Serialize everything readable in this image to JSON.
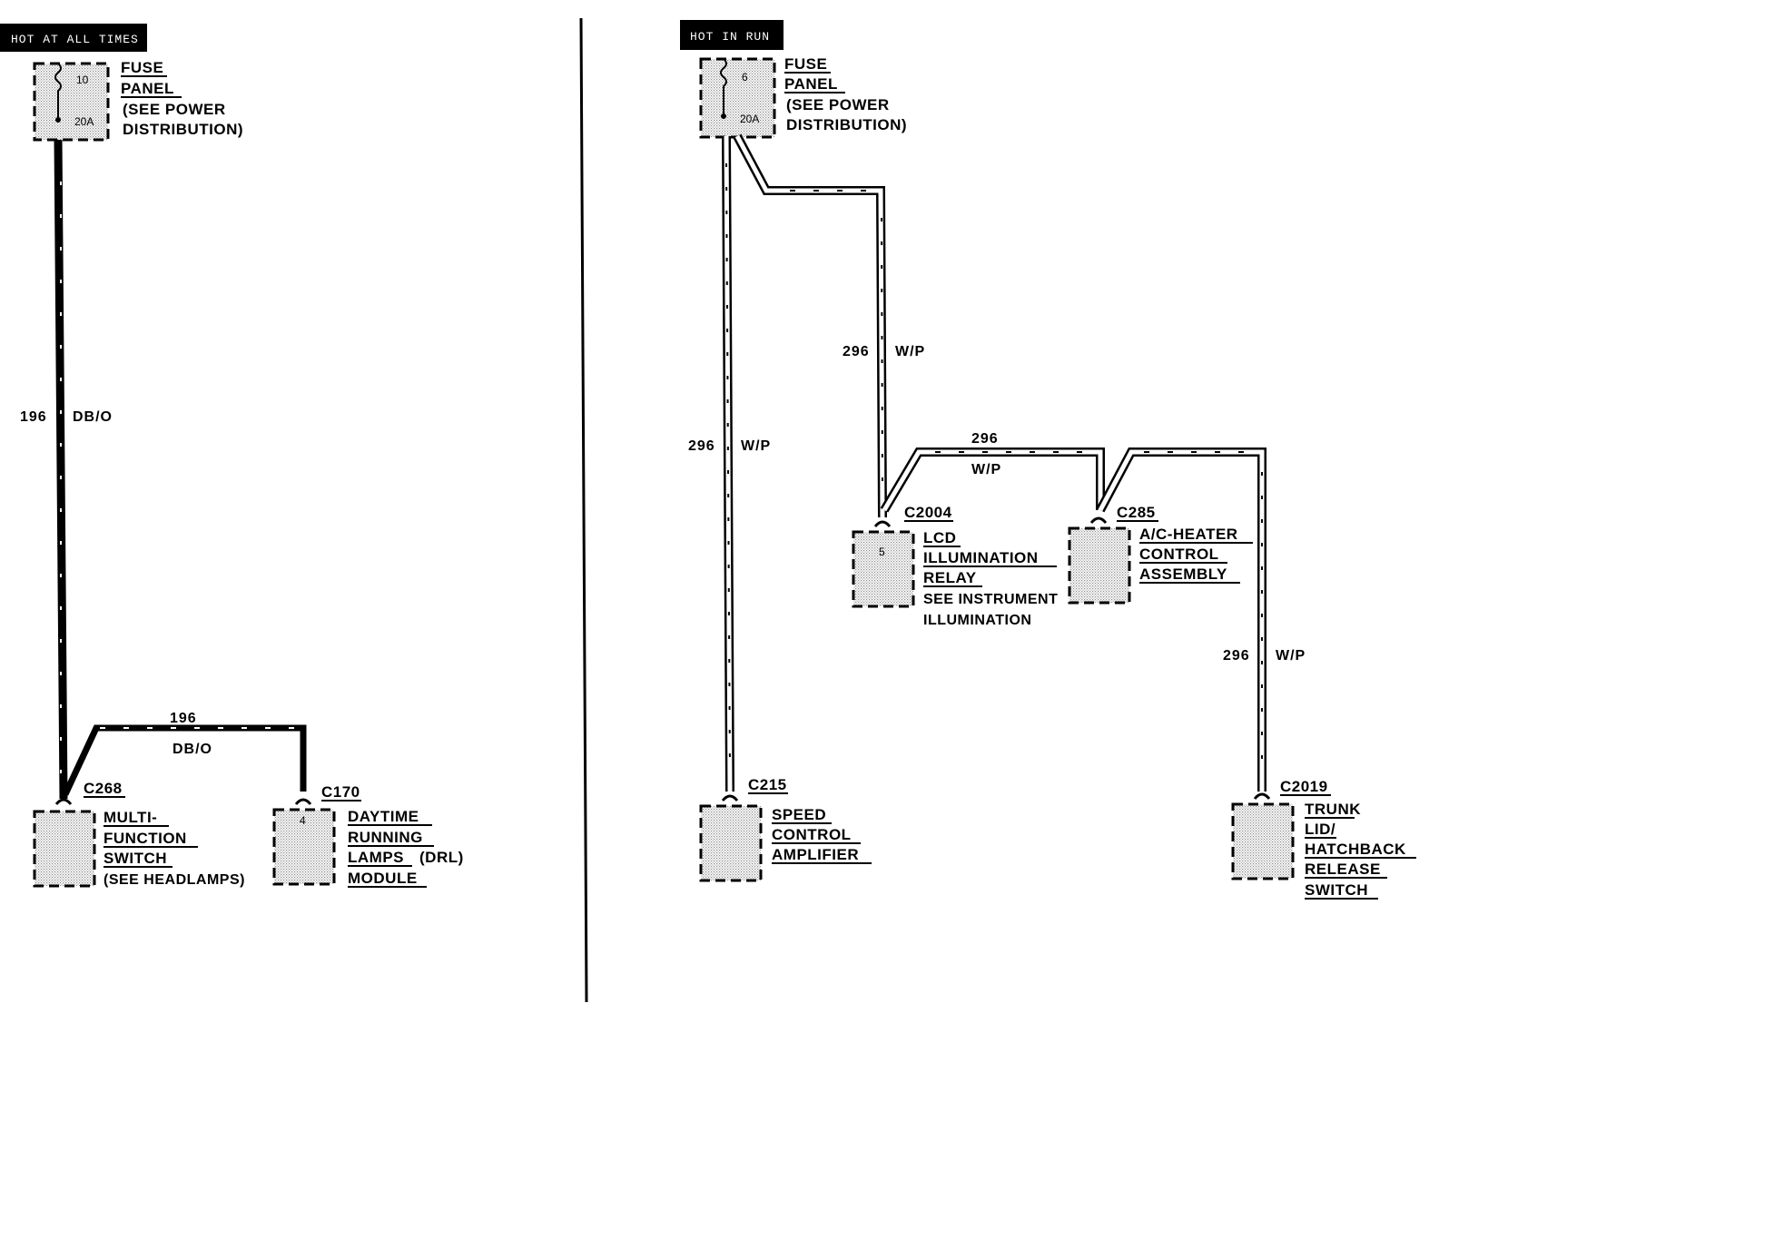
{
  "left": {
    "header": "HOT AT ALL TIMES",
    "fuse": {
      "number": "10",
      "rating": "20A",
      "lines": [
        "FUSE",
        "PANEL",
        "(SEE POWER",
        "DISTRIBUTION)"
      ]
    },
    "wire_main": {
      "circuit": "196",
      "color": "DB/O"
    },
    "wire_branch": {
      "circuit": "196",
      "color": "DB/O"
    },
    "connector_mfs": "C268",
    "component_mfs": [
      "MULTI-",
      "FUNCTION",
      "SWITCH",
      "(SEE HEADLAMPS)"
    ],
    "connector_drl": "C170",
    "component_drl_pin": "4",
    "component_drl": [
      "DAYTIME",
      "RUNNING",
      "LAMPS",
      "(DRL)",
      "MODULE"
    ]
  },
  "right": {
    "header": "HOT IN RUN",
    "fuse": {
      "number": "6",
      "rating": "20A",
      "lines": [
        "FUSE",
        "PANEL",
        "(SEE POWER",
        "DISTRIBUTION)"
      ]
    },
    "wire_left": {
      "circuit": "296",
      "color": "W/P"
    },
    "wire_mid": {
      "circuit": "296",
      "color": "W/P"
    },
    "wire_top": {
      "circuit": "296",
      "color": "W/P"
    },
    "wire_right": {
      "circuit": "296",
      "color": "W/P"
    },
    "connector_lcd": "C2004",
    "component_lcd_pin": "5",
    "component_lcd": [
      "LCD",
      "ILLUMINATION",
      "RELAY",
      "SEE INSTRUMENT",
      "ILLUMINATION"
    ],
    "connector_ac": "C285",
    "component_ac": [
      "A/C-HEATER",
      "CONTROL",
      "ASSEMBLY"
    ],
    "connector_speed": "C215",
    "component_speed": [
      "SPEED",
      "CONTROL",
      "AMPLIFIER"
    ],
    "connector_trunk": "C2019",
    "component_trunk": [
      "TRUNK",
      "LID/",
      "HATCHBACK",
      "RELEASE",
      "SWITCH"
    ]
  }
}
